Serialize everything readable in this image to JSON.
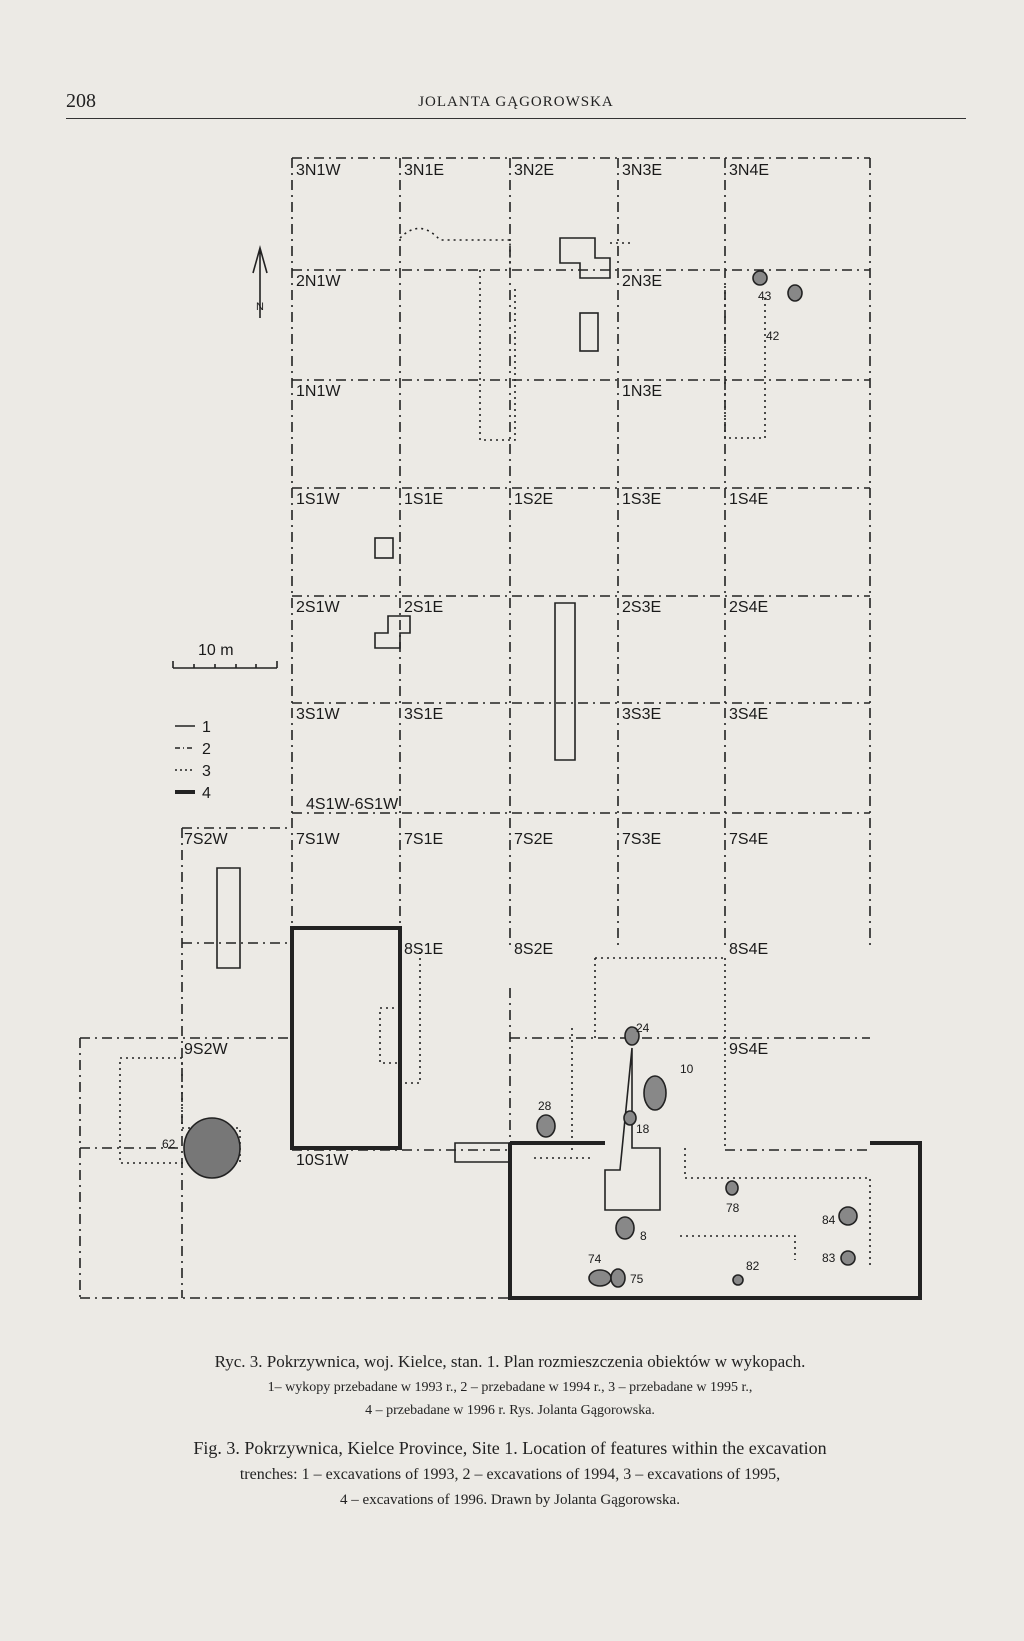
{
  "header": {
    "page_number": "208",
    "author": "JOLANTA GĄGOROWSKA"
  },
  "plan": {
    "trench_labels": [
      "3N1W",
      "3N1E",
      "3N2E",
      "3N3E",
      "3N4E",
      "2N1W",
      "2N3E",
      "1N1W",
      "1N3E",
      "1S1W",
      "1S1E",
      "1S2E",
      "1S3E",
      "1S4E",
      "2S1W",
      "2S1E",
      "2S3E",
      "2S4E",
      "3S1W",
      "3S1E",
      "3S3E",
      "3S4E",
      "4S1W-6S1W",
      "7S2W",
      "7S1W",
      "7S1E",
      "7S2E",
      "7S3E",
      "7S4E",
      "8S1E",
      "8S2E",
      "8S4E",
      "9S2W",
      "9S4E",
      "10S1W"
    ],
    "feature_numbers": [
      "43",
      "42",
      "62",
      "28",
      "24",
      "10",
      "18",
      "8",
      "74",
      "75",
      "78",
      "84",
      "83",
      "82"
    ],
    "scale": {
      "label": "10 m"
    },
    "legend": [
      {
        "number": "1",
        "line": "solid thin"
      },
      {
        "number": "2",
        "line": "dash-dot"
      },
      {
        "number": "3",
        "line": "dotted"
      },
      {
        "number": "4",
        "line": "solid thick"
      }
    ],
    "north_label": "N"
  },
  "caption_pl": {
    "line1": "Ryc. 3. Pokrzywnica, woj. Kielce, stan. 1. Plan rozmieszczenia obiektów w wykopach.",
    "line2": "1– wykopy przebadane w 1993 r., 2 – przebadane w 1994 r., 3 – przebadane w 1995 r.,",
    "line3": "4 – przebadane w 1996 r. Rys. Jolanta Gągorowska."
  },
  "caption_en": {
    "line1": "Fig. 3. Pokrzywnica, Kielce Province, Site 1. Location of features within the excavation",
    "line2": "trenches: 1 – excavations of 1993, 2 – excavations of 1994, 3 – excavations of 1995,",
    "line3": "4 – excavations of 1996. Drawn by Jolanta Gągorowska."
  }
}
